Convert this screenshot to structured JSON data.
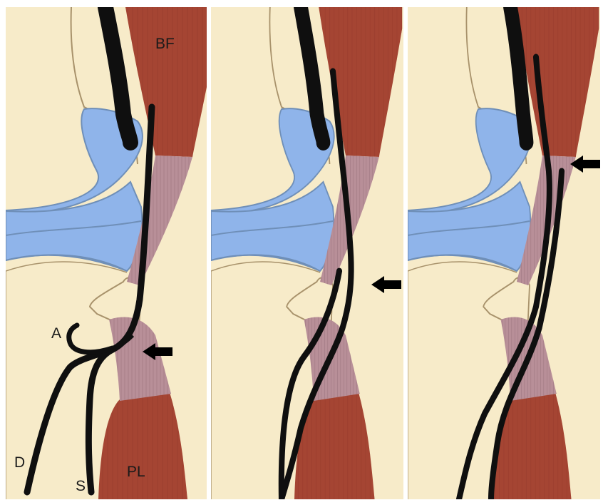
{
  "figure": {
    "panel_count": 3,
    "colors": {
      "bone": "#f7ebc9",
      "bone_outline": "#a8926b",
      "cartilage": "#8fb4ea",
      "cartilage_outline": "#6f8fb8",
      "muscle": "#a54533",
      "tendon": "#b88f98",
      "nerve": "#0f0f0f",
      "divider": "#ffffff"
    },
    "labels": {
      "biceps_femoris": "BF",
      "peroneus_longus": "PL",
      "articular_branch": "A",
      "deep_branch": "D",
      "superficial_branch": "S"
    },
    "arrows": [
      {
        "panel": 1,
        "direction": "left"
      },
      {
        "panel": 2,
        "direction": "left"
      },
      {
        "panel": 3,
        "direction": "left"
      }
    ]
  }
}
